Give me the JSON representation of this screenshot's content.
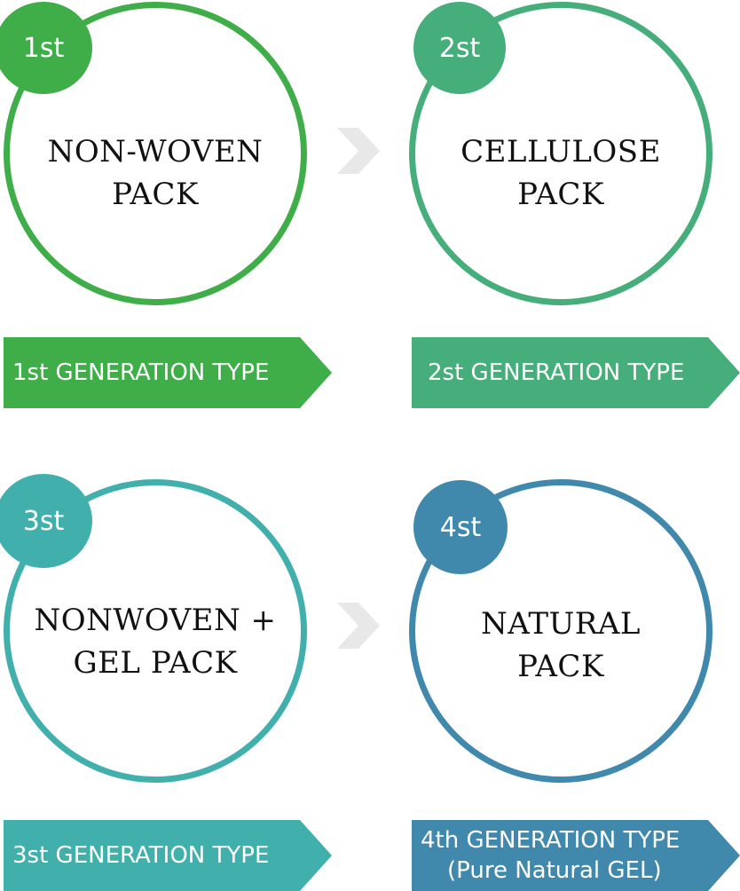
{
  "generations": [
    {
      "badge": "1st",
      "title_lines": [
        "NON-WOVEN",
        "PACK"
      ],
      "tag_lines": [
        "1st GENERATION TYPE"
      ],
      "color": "#3fae49"
    },
    {
      "badge": "2st",
      "title_lines": [
        "CELLULOSE",
        "PACK"
      ],
      "tag_lines": [
        "2st GENERATION TYPE"
      ],
      "color": "#45ae7a"
    },
    {
      "badge": "3st",
      "title_lines": [
        "NONWOVEN +",
        "GEL PACK"
      ],
      "tag_lines": [
        "3st GENERATION TYPE"
      ],
      "color": "#41b0ad"
    },
    {
      "badge": "4st",
      "title_lines": [
        "NATURAL",
        "PACK"
      ],
      "tag_lines": [
        "4th GENERATION TYPE",
        "(Pure Natural GEL)"
      ],
      "color": "#4089ad"
    }
  ],
  "icons": {
    "flow_arrow": "chevron-right-icon"
  },
  "colors": {
    "arrow": "#e8e8e8"
  }
}
